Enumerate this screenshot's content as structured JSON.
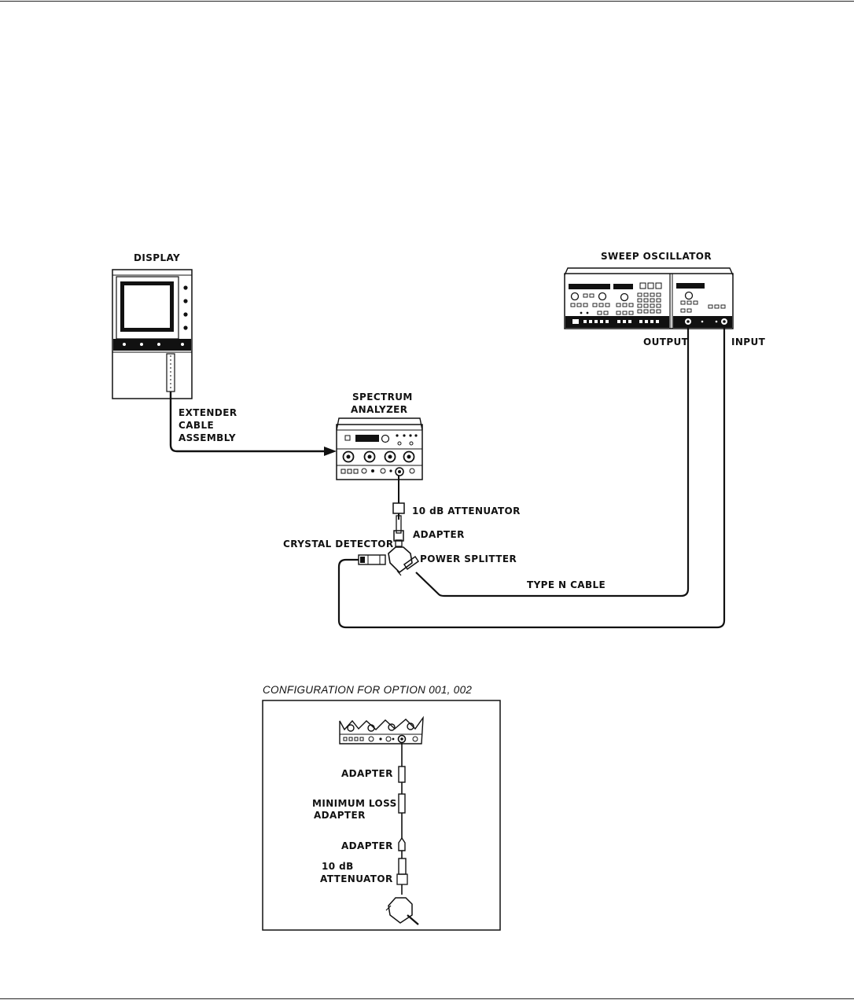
{
  "labels": {
    "display": "DISPLAY",
    "sweep_oscillator": "SWEEP OSCILLATOR",
    "output": "OUTPUT",
    "input": "INPUT",
    "spectrum_line1": "SPECTRUM",
    "spectrum_line2": "ANALYZER",
    "extender_line1": "EXTENDER",
    "extender_line2": "CABLE",
    "extender_line3": "ASSEMBLY",
    "attenuator_10db": "10 dB ATTENUATOR",
    "adapter": "ADAPTER",
    "crystal_detector": "CRYSTAL DETECTOR",
    "power_splitter": "POWER SPLITTER",
    "type_n_cable": "TYPE N CABLE"
  },
  "option_inset": {
    "caption": "CONFIGURATION FOR OPTION 001, 002",
    "adapter_top": "ADAPTER",
    "min_loss_line1": "MINIMUM LOSS",
    "min_loss_line2": "ADAPTER",
    "adapter_bottom": "ADAPTER",
    "attenuator_line1": "10 dB",
    "attenuator_line2": "ATTENUATOR"
  }
}
